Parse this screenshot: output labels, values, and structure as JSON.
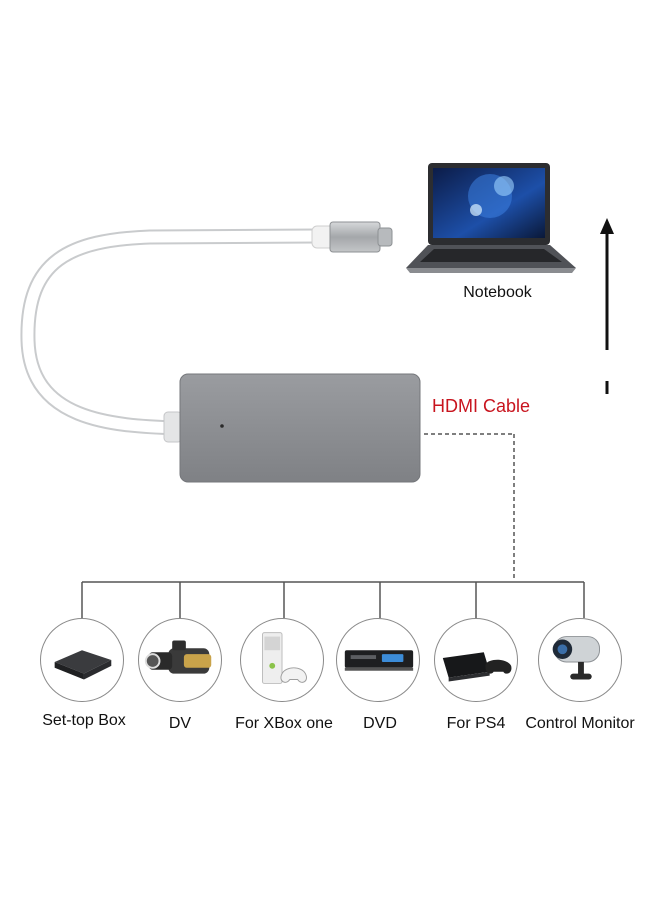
{
  "labels": {
    "notebook": "Notebook",
    "hdmi_cable": "HDMI Cable"
  },
  "devices": [
    {
      "label": "Set-top Box",
      "icon": "set-top-box-icon"
    },
    {
      "label": "DV",
      "icon": "camcorder-icon"
    },
    {
      "label": "For XBox one",
      "icon": "xbox-one-icon"
    },
    {
      "label": "DVD",
      "icon": "dvd-player-icon"
    },
    {
      "label": "For PS4",
      "icon": "ps4-console-icon"
    },
    {
      "label": "Control Monitor",
      "icon": "security-camera-icon"
    }
  ],
  "colors": {
    "hdmi_label": "#c8141e",
    "connector_line": "#555555",
    "adapter_body": "#8c8e92",
    "cable": "#ffffff"
  }
}
